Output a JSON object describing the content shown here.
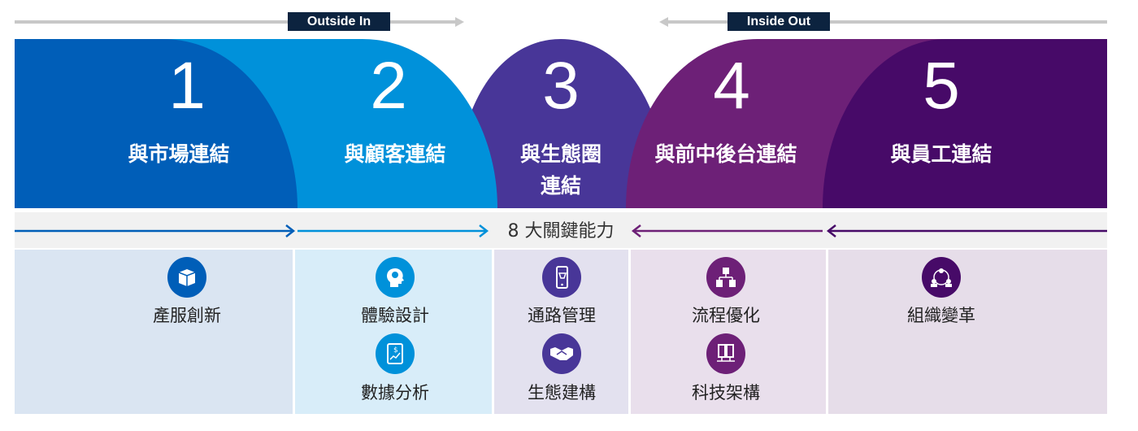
{
  "directions": {
    "outside_in": "Outside In",
    "inside_out": "Inside Out"
  },
  "stages": [
    {
      "number": "1",
      "title": "與市場連結",
      "color": "#005EB8"
    },
    {
      "number": "2",
      "title": "與顧客連結",
      "color": "#0091DA"
    },
    {
      "number": "3",
      "title_line1": "與生態圈",
      "title_line2": "連結",
      "color": "#483698"
    },
    {
      "number": "4",
      "title": "與前中後台連結",
      "color": "#6D2077"
    },
    {
      "number": "5",
      "title": "與員工連結",
      "color": "#470A68"
    }
  ],
  "capabilities_title": "8 大關鍵能力",
  "capabilities": [
    {
      "label": "產服創新",
      "icon": "box-icon"
    },
    {
      "label": "體驗設計",
      "icon": "head-gear-icon"
    },
    {
      "label": "數據分析",
      "icon": "tablet-chart-icon"
    },
    {
      "label": "通路管理",
      "icon": "phone-cart-icon"
    },
    {
      "label": "生態建構",
      "icon": "handshake-icon"
    },
    {
      "label": "流程優化",
      "icon": "flowchart-icon"
    },
    {
      "label": "科技架構",
      "icon": "servers-icon"
    },
    {
      "label": "組織變革",
      "icon": "people-network-icon"
    }
  ]
}
